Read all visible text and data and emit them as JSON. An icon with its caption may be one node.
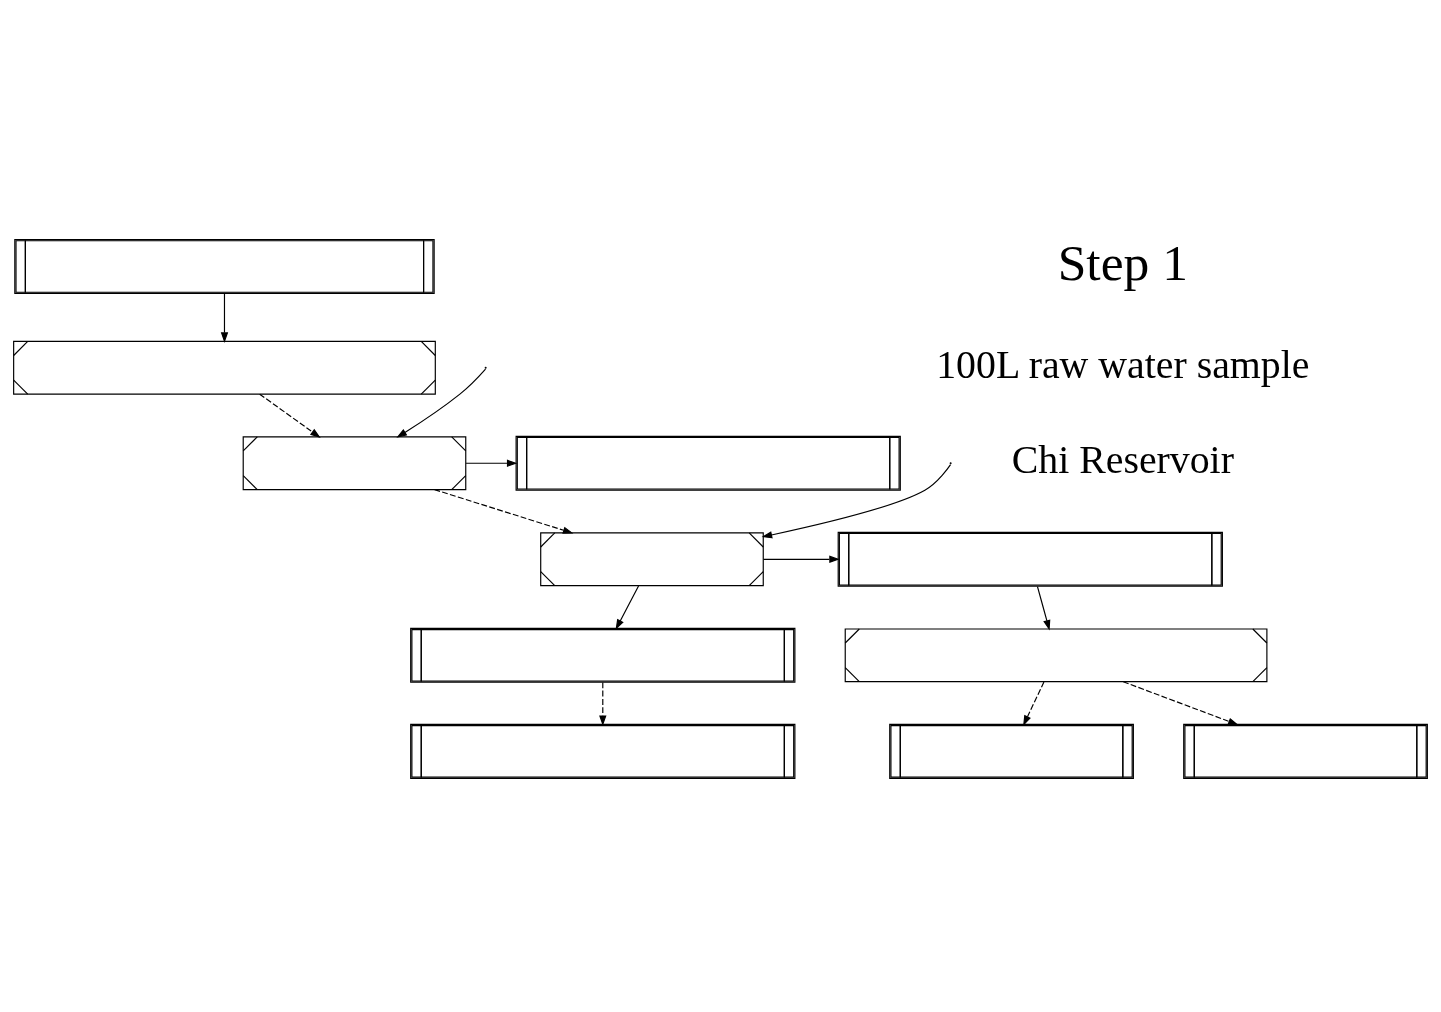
{
  "diagram": {
    "nodes": [
      {
        "text": [],
        "shape": "box"
      },
      {
        "text": [],
        "shape": "box"
      },
      {
        "text": [],
        "shape": "box"
      },
      {
        "text": [],
        "shape": "box"
      },
      {
        "text": [],
        "shape": "box"
      },
      {
        "text": [],
        "shape": "box"
      },
      {
        "text": [],
        "shape": "box"
      },
      {
        "text": [],
        "shape": "box"
      },
      {
        "text": [],
        "shape": "box"
      },
      {
        "text": [],
        "shape": "box"
      },
      {
        "text": [],
        "shape": "box"
      }
    ],
    "edges": [
      {
        "from": 0,
        "to": 1,
        "arrow": "to"
      },
      {
        "from": 1,
        "to": 2,
        "arrow": "to",
        "style": "dashed"
      },
      {
        "from": 2,
        "to": 3,
        "arrow": "to"
      },
      {
        "from": null,
        "to": 2,
        "arrow": "to"
      },
      {
        "from": 2,
        "to": 4,
        "arrow": "to",
        "style": "dashed"
      },
      {
        "from": 4,
        "to": 5,
        "arrow": "to"
      },
      {
        "from": null,
        "to": 4,
        "arrow": "to"
      },
      {
        "from": 4,
        "to": 6,
        "arrow": "to"
      },
      {
        "from": 5,
        "to": 7,
        "arrow": "to"
      },
      {
        "from": 6,
        "to": 8,
        "arrow": "to",
        "style": "dashed"
      },
      {
        "from": 7,
        "to": 9,
        "arrow": "to",
        "style": "dashed"
      },
      {
        "from": 7,
        "to": 10,
        "arrow": "to",
        "style": "dashed"
      }
    ],
    "labels": [
      "Step 1",
      "100L raw water sample",
      "Chi Reservoir"
    ]
  }
}
